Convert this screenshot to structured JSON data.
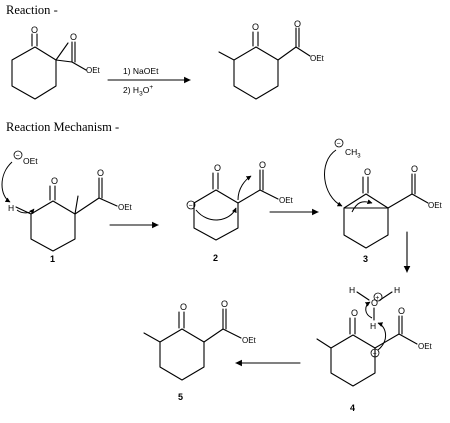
{
  "headers": {
    "reaction": "Reaction",
    "mechanism": "Reaction Mechanism"
  },
  "atoms": {
    "oxygen": "O",
    "ethoxy_ester": "OEt",
    "ethoxide": "OEt",
    "hydrogen": "H",
    "methyl": "CH",
    "methyl_sub": "3",
    "negative_charge": "−",
    "positive_charge": "+"
  },
  "reagents": {
    "step1": "1) NaOEt",
    "step2_prefix": "2) H",
    "step2_sub": "3",
    "step2_o": "O"
  },
  "compound_labels": [
    "1",
    "2",
    "3",
    "4",
    "5"
  ]
}
